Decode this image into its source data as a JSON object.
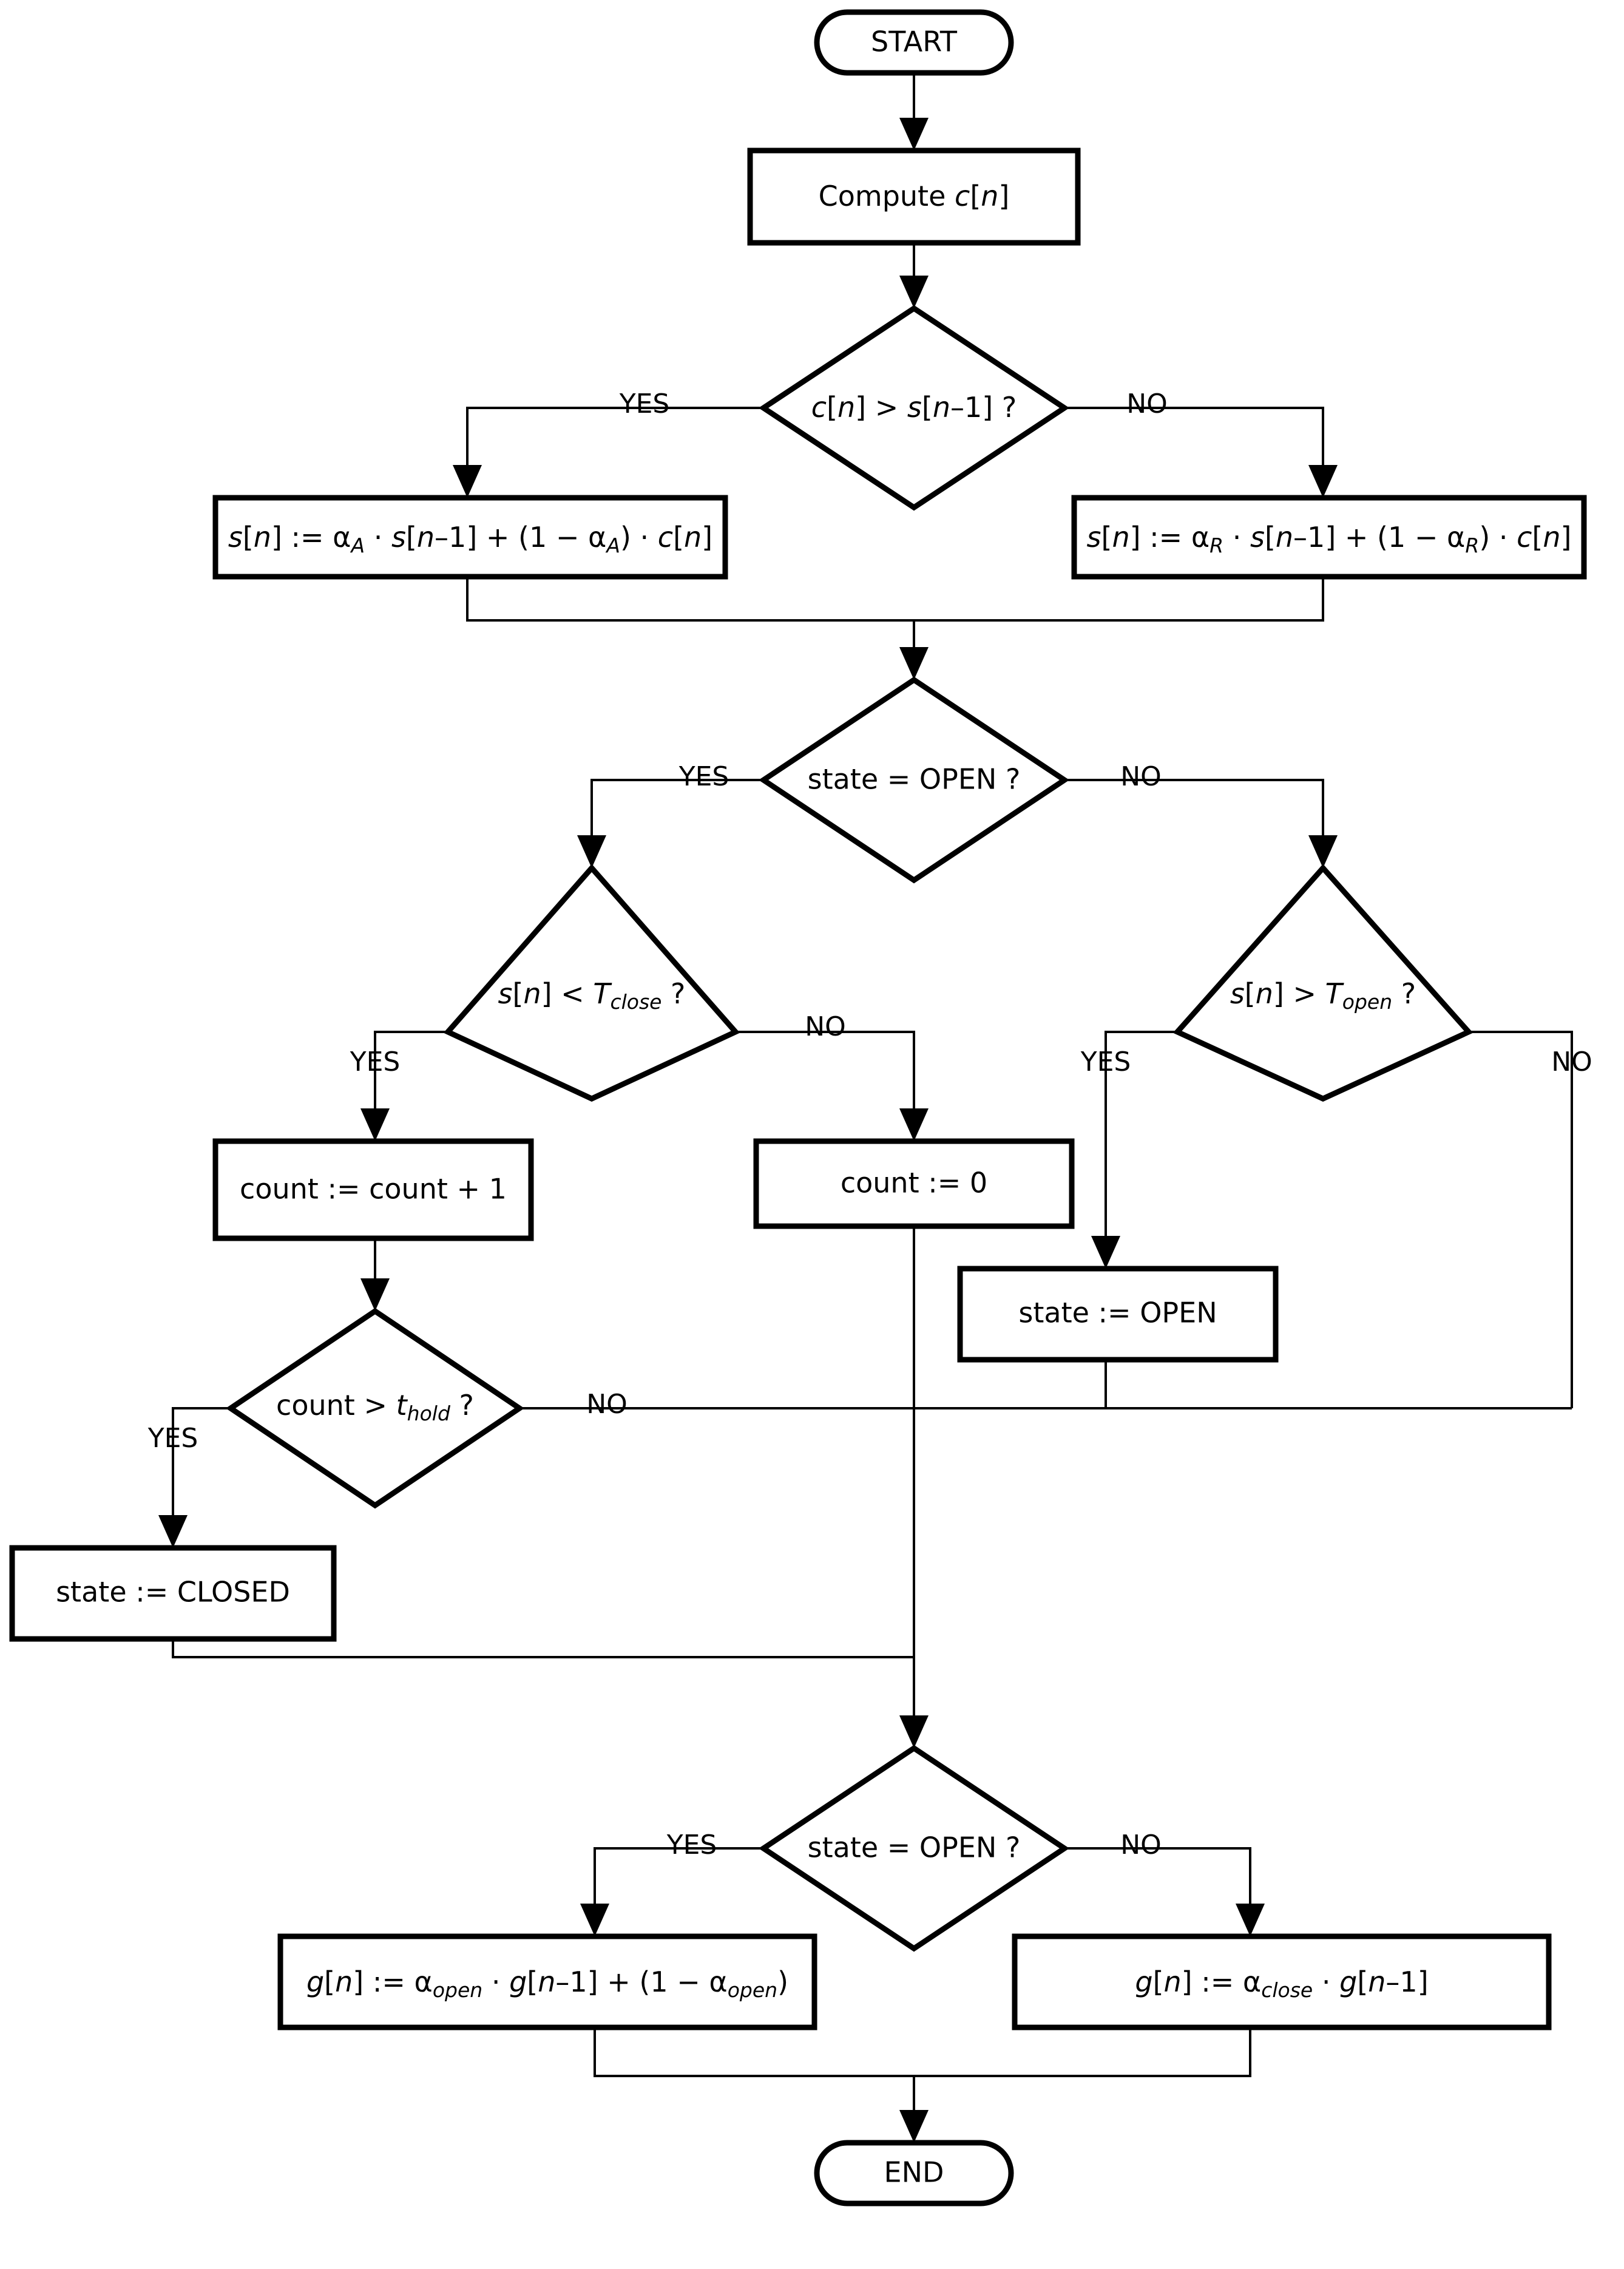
{
  "diagram": {
    "title": "Smoothed eyelid-closure state machine flowchart",
    "background_color": "#ffffff",
    "line_color": "#000000",
    "text_color": "#000000"
  },
  "nodes": {
    "start": {
      "label": "START",
      "shape": "terminator"
    },
    "compute_c": {
      "label": "Compute c[n]",
      "shape": "process"
    },
    "dec_c_gt_s": {
      "label": "c[n] > s[n–1] ?",
      "shape": "decision"
    },
    "attack_update": {
      "label": "s[n] := αA · s[n–1] + (1 − αA) · c[n]",
      "shape": "process"
    },
    "release_update": {
      "label": "s[n] := αR · s[n–1] + (1 − αR) · c[n]",
      "shape": "process"
    },
    "dec_state_open_1": {
      "label": "state = OPEN ?",
      "shape": "decision"
    },
    "dec_s_lt_tclose": {
      "label": "s[n] < Tclose ?",
      "shape": "decision"
    },
    "dec_s_gt_topen": {
      "label": "s[n] > Topen ?",
      "shape": "decision"
    },
    "count_inc": {
      "label": "count := count + 1",
      "shape": "process"
    },
    "count_reset": {
      "label": "count := 0",
      "shape": "process"
    },
    "state_open": {
      "label": "state := OPEN",
      "shape": "process"
    },
    "dec_count_gt_thold": {
      "label": "count > thold ?",
      "shape": "decision"
    },
    "state_closed": {
      "label": "state := CLOSED",
      "shape": "process"
    },
    "dec_state_open_2": {
      "label": "state = OPEN ?",
      "shape": "decision"
    },
    "gain_open": {
      "label": "g[n] := αopen · g[n–1] + (1 − αopen)",
      "shape": "process"
    },
    "gain_close": {
      "label": "g[n] := αclose · g[n–1]",
      "shape": "process"
    },
    "end": {
      "label": "END",
      "shape": "terminator"
    }
  },
  "edge_labels": {
    "yes": "YES",
    "no": "NO"
  },
  "symbols": {
    "assign": ":=",
    "alpha": "α",
    "dot": "·",
    "minus": "−",
    "hyphen": "–",
    "gt": ">",
    "lt": "<",
    "eq": "=",
    "q": "?"
  },
  "subscripts": {
    "attack": "A",
    "release": "R",
    "close": "close",
    "open": "open",
    "hold": "hold"
  },
  "variables": {
    "c": "c",
    "s": "s",
    "g": "g",
    "n": "n",
    "T": "T",
    "t": "t",
    "count": "count",
    "state": "state",
    "OPEN": "OPEN",
    "CLOSED": "CLOSED"
  }
}
